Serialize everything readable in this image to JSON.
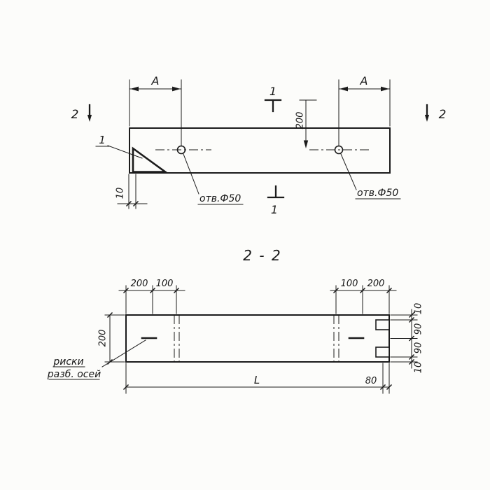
{
  "drawing": {
    "section_title": "2 - 2",
    "top_view": {
      "dim_a_left": "A",
      "dim_a_right": "A",
      "dim_200": "200",
      "dim_10": "10",
      "hole_label_left": "отв.Ф50",
      "hole_label_right": "отв.Ф50",
      "detail_callout": "1",
      "section_mark_1_top": "1",
      "section_mark_1_bottom": "1",
      "section_mark_2_left": "2",
      "section_mark_2_right": "2"
    },
    "section_view": {
      "dim_left_height": "200",
      "dim_top_left_200": "200",
      "dim_top_left_100": "100",
      "dim_top_right_100": "100",
      "dim_top_right_200": "200",
      "dim_right_10_top": "10",
      "dim_right_90_upper": "90",
      "dim_right_90_lower": "90",
      "dim_right_10_bottom": "10",
      "dim_length": "L",
      "dim_80": "80",
      "axis_label_line1": "риски",
      "axis_label_line2": "разб. осей"
    }
  }
}
